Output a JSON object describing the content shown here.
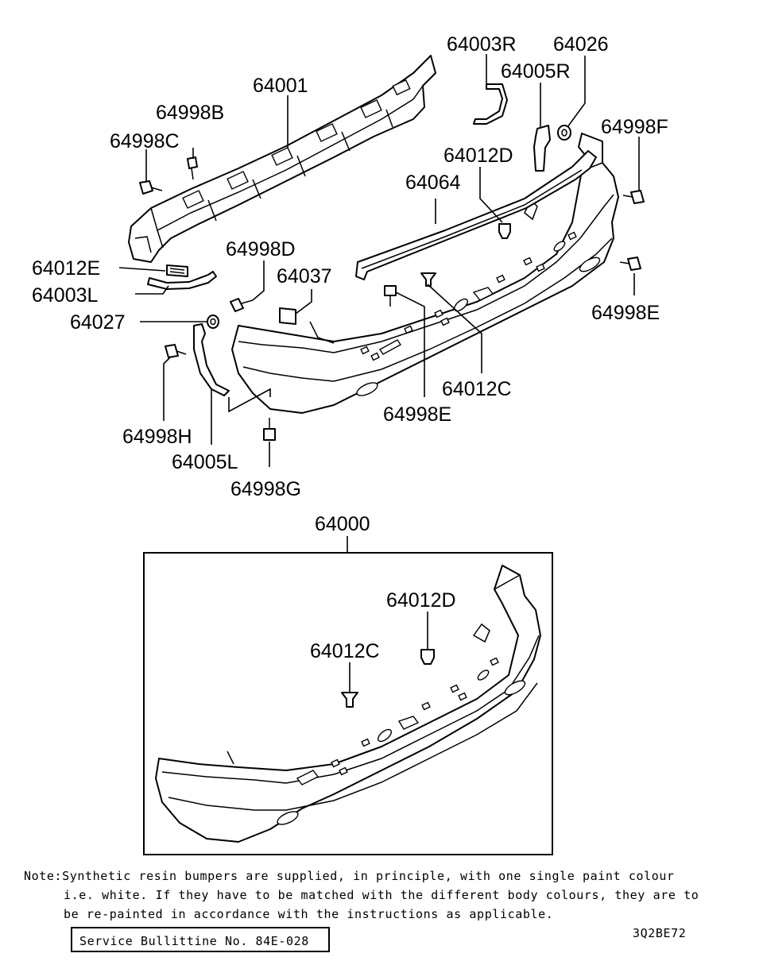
{
  "labels": {
    "p64003R": "64003R",
    "p64026": "64026",
    "p64005R": "64005R",
    "p64001": "64001",
    "p64998B": "64998B",
    "p64998C": "64998C",
    "p64998F": "64998F",
    "p64012D": "64012D",
    "p64064": "64064",
    "p64012E": "64012E",
    "p64998D": "64998D",
    "p64037": "64037",
    "p64003L": "64003L",
    "p64027": "64027",
    "p64998E_right": "64998E",
    "p64012C": "64012C",
    "p64998E_center": "64998E",
    "p64998H": "64998H",
    "p64005L": "64005L",
    "p64998G": "64998G",
    "p64000": "64000",
    "p64012D_box": "64012D",
    "p64012C_box": "64012C"
  },
  "note": {
    "line1": "Note:Synthetic resin bumpers are supplied, in principle, with one single paint colour",
    "line2": "i.e. white. If they have to be matched with the different body colours, they are to",
    "line3": "be re-painted in accordance with the instructions as applicable."
  },
  "bulletin": "Service Bullittine No. 84E-028",
  "figure_code": "3Q2BE72"
}
